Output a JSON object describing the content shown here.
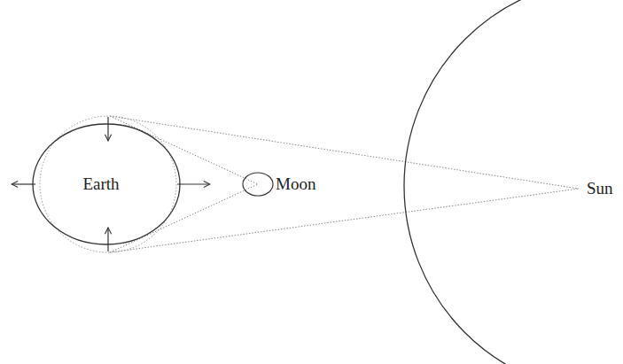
{
  "diagram": {
    "nodes": [
      {
        "text": [
          "Earth"
        ]
      },
      {
        "text": [
          "Moon"
        ]
      },
      {
        "text": [
          "Sun"
        ]
      }
    ],
    "edges": [
      {
        "from": 0,
        "to": 1,
        "arrow": "none"
      },
      {
        "from": 0,
        "to": 1,
        "arrow": "none"
      },
      {
        "from": 0,
        "to": 2,
        "arrow": "none"
      },
      {
        "from": 0,
        "to": 2,
        "arrow": "none"
      }
    ]
  }
}
